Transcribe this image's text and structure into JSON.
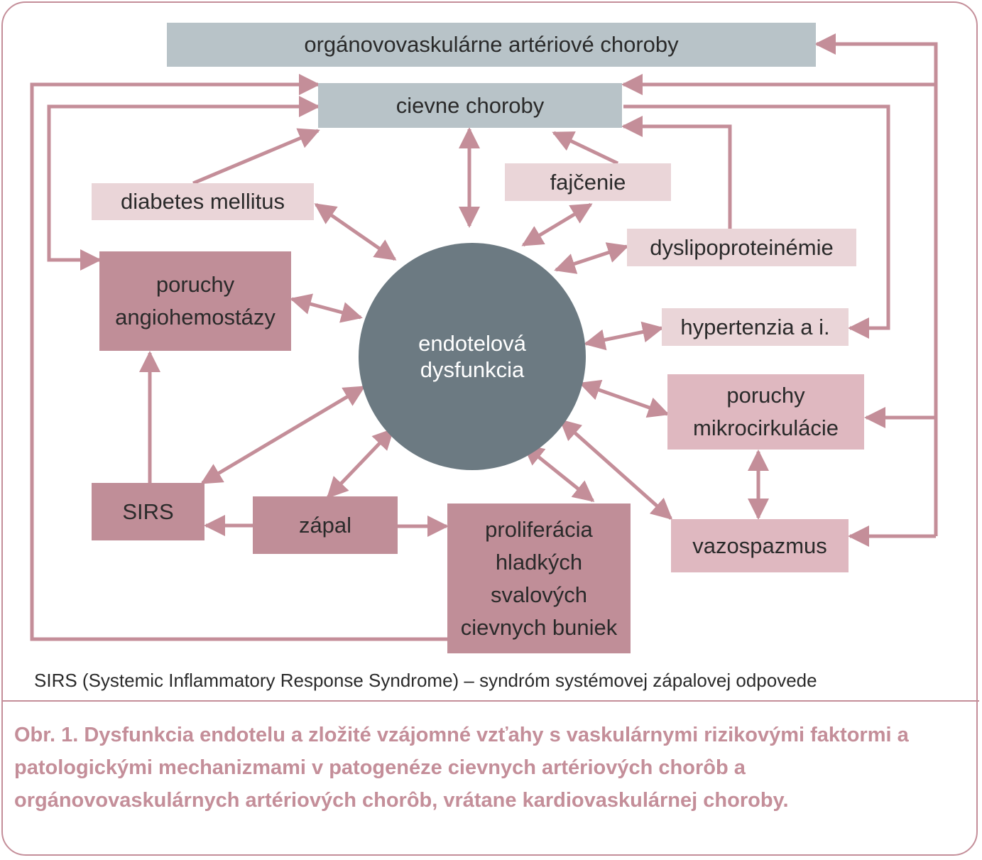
{
  "nodes": {
    "organovaskularne": "orgánovovaskulárne artériové choroby",
    "cievne": "cievne choroby",
    "diabetes": "diabetes mellitus",
    "fajcenie": "fajčenie",
    "dyslipo": "dyslipoproteinémie",
    "poruchy_angio": "poruchy\nangiohemostázy",
    "hypertenzia": "hypertenzia a i.",
    "poruchy_mikro": "poruchy\nmikrocirkulácie",
    "endotel": "endotelová\ndysfunkcia",
    "sirs": "SIRS",
    "zapal": "zápal",
    "proliferacia": "proliferácia\nhladkých\nsvalových\ncievnych buniek",
    "vazospazmus": "vazospazmus"
  },
  "footnote": "SIRS (Systemic Inflammatory Response Syndrome) – syndróm systémovej zápalovej odpovede",
  "caption": "Obr. 1. Dysfunkcia endotelu a zložité vzájomné vzťahy s vaskulárnymi rizikovými faktormi a patologickými mechanizmami v patogenéze cievnych artériových chorôb a orgánovovaskulárnych artériových chorôb, vrátane kardiovaskulárnej choroby.",
  "colors": {
    "border": "#c48e99",
    "arrow": "#c48e99",
    "grey_box": "#b8c3c8",
    "light_box": "#ead5d8",
    "mid_box": "#dfb8c0",
    "dark_box": "#c08e98",
    "circle": "#6c7a82"
  }
}
